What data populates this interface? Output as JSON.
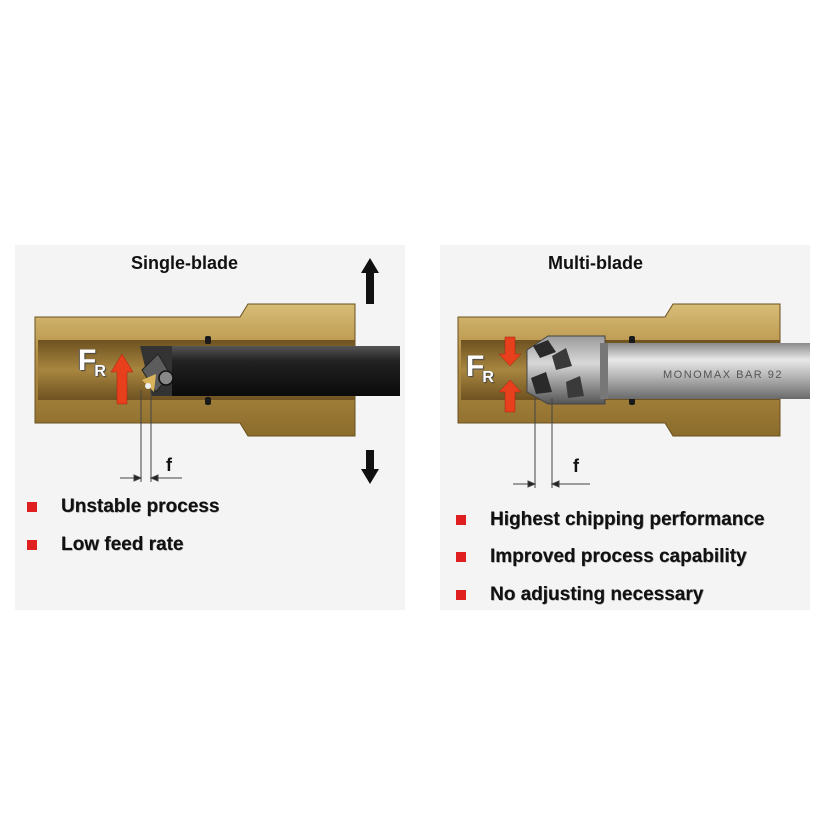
{
  "left": {
    "title": "Single-blade",
    "force_label": "F",
    "force_sub": "R",
    "feed_label": "f",
    "bullets": [
      "Unstable process",
      "Low feed rate"
    ]
  },
  "right": {
    "title": "Multi-blade",
    "force_label": "F",
    "force_sub": "R",
    "feed_label": "f",
    "bar_text": "MONOMAX BAR 92",
    "bullets": [
      "Highest chipping performance",
      "Improved process capability",
      "No adjusting necessary"
    ]
  },
  "colors": {
    "brass": "#b8944a",
    "brass_dark": "#7d6226",
    "bore": "#8a6a2c",
    "force_arrow": "#e8401c",
    "bullet": "#e02020"
  }
}
